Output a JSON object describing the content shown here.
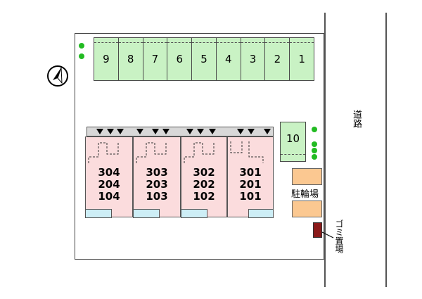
{
  "parking_spaces": [
    "9",
    "8",
    "7",
    "6",
    "5",
    "4",
    "3",
    "2",
    "1"
  ],
  "parking_space_10": "10",
  "units": [
    {
      "lines": [
        "304",
        "204",
        "104"
      ]
    },
    {
      "lines": [
        "303",
        "203",
        "103"
      ]
    },
    {
      "lines": [
        "302",
        "202",
        "102"
      ]
    },
    {
      "lines": [
        "301",
        "201",
        "101"
      ]
    }
  ],
  "labels": {
    "road": "道路",
    "bicycle_parking": "駐輪場",
    "garbage_area": "ゴミ置場"
  },
  "colors": {
    "parking": "#c9f2c4",
    "building": "#fbdcdd",
    "entrance": "#cdeef6",
    "bicycle": "#fbc891",
    "garbage": "#8b1a1a",
    "tree": "#22bb22"
  },
  "icons": {
    "compass": "north-compass-icon"
  }
}
